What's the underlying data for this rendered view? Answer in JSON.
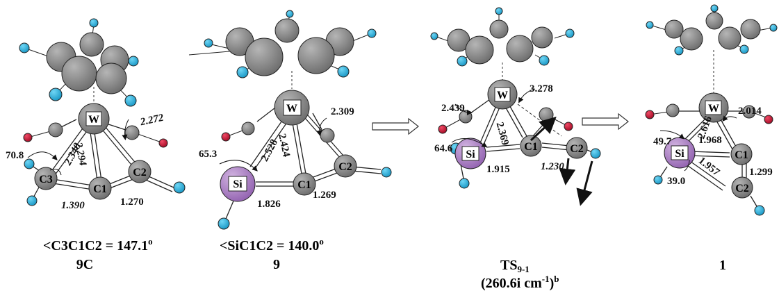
{
  "colors": {
    "carbon": "#7f7f7f",
    "hydrogen": "#1aa9d6",
    "oxygen": "#c8102e",
    "silicon": "#a77bbf",
    "tungsten": "#8a8a8a",
    "bond": "#222222",
    "arrow_outline": "#333333"
  },
  "structures": [
    {
      "id": "9C",
      "angle_label": "<C3C1C2 = 147.1",
      "name": "9C",
      "atoms": {
        "W": "W",
        "A": "C3",
        "B": "C1",
        "C": "C2"
      },
      "values": {
        "w_a": "2.340",
        "w_b": "2.294",
        "w_co": "2.272",
        "a_b": "1.390",
        "b_c": "1.270",
        "angle": "70.8"
      }
    },
    {
      "id": "9",
      "angle_label": "<SiC1C2 = 140.0",
      "name": "9",
      "atoms": {
        "W": "W",
        "A": "Si",
        "B": "C1",
        "C": "C2"
      },
      "values": {
        "w_a": "2.528",
        "w_b": "2.424",
        "w_co": "2.309",
        "a_b": "1.826",
        "b_c": "1.269",
        "angle": "65.3"
      }
    },
    {
      "id": "TS",
      "name_main": "TS",
      "name_sub": "9-1",
      "freq": "(260.6i cm",
      "freq_sup": "-1",
      "freq_close": ")",
      "freq_note": "b",
      "atoms": {
        "W": "W",
        "A": "Si",
        "B": "C1",
        "C": "C2"
      },
      "values": {
        "w_co_left": "2.439",
        "w_b": "2.369",
        "w_co_right": "3.278",
        "a_b": "1.915",
        "b_c": "1.230",
        "angle": "64.6"
      }
    },
    {
      "id": "1",
      "name": "1",
      "atoms": {
        "W": "W",
        "A": "Si",
        "B": "C1",
        "C": "C2"
      },
      "values": {
        "w_a": "2.616",
        "w_co": "2.014",
        "a_b": "1.968",
        "a_c": "1.957",
        "b_c": "1.299",
        "angle_top": "49.7",
        "angle_bot": "39.0"
      }
    }
  ],
  "degree": "o"
}
